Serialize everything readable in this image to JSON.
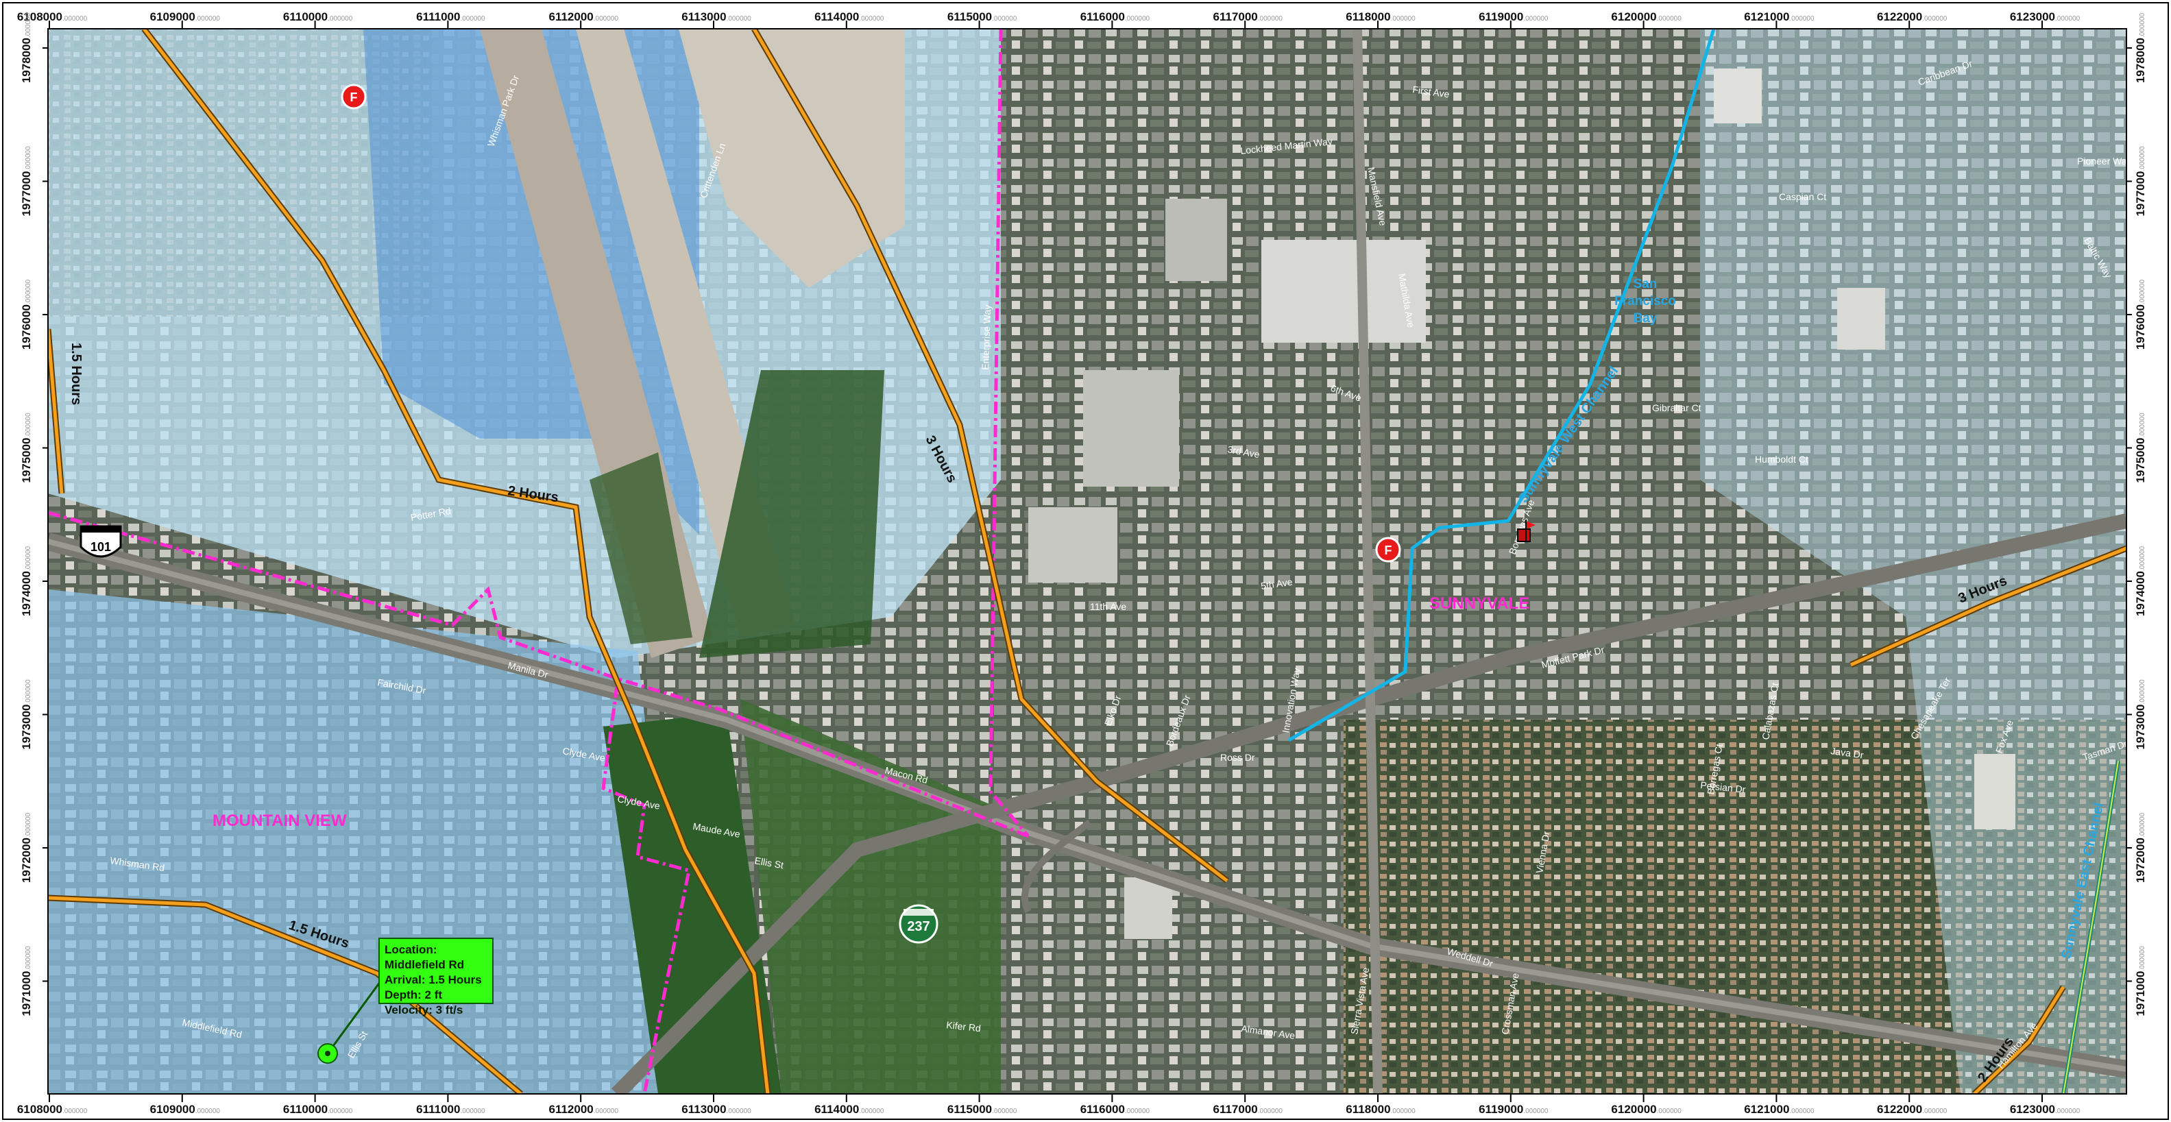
{
  "map": {
    "x_ticks": [
      "6108000",
      "6109000",
      "6110000",
      "6111000",
      "6112000",
      "6113000",
      "6114000",
      "6115000",
      "6116000",
      "6117000",
      "6118000",
      "6119000",
      "6120000",
      "6121000",
      "6122000",
      "6123000"
    ],
    "x_tick_suffix": ".000000",
    "y_ticks": [
      "1978000",
      "1977000",
      "1976000",
      "1975000",
      "1974000",
      "1973000",
      "1972000",
      "1971000"
    ],
    "y_tick_suffix": ".000000",
    "cities": [
      "MOUNTAIN VIEW",
      "SUNNYVALE"
    ],
    "waterways": [
      "Sunnyvale West Channel",
      "Sunnyvale East Channel"
    ],
    "bay_label": [
      "San",
      "Francisco",
      "Bay"
    ],
    "highway_101": "101",
    "highway_237": "237",
    "fire_station_marker": "F",
    "arrival_labels": [
      "1.5 Hours",
      "2 Hours",
      "3 Hours",
      "3 Hours",
      "1.5 Hours",
      "2 Hours"
    ],
    "streets": [
      "Middlefield Rd",
      "Moffett Park Dr",
      "Weddell Dr",
      "Macon Rd",
      "Mathilda Ave",
      "Fairchild Dr",
      "Manila Dr",
      "Caspian Ct",
      "Gibraltar Ct",
      "Humboldt Ct",
      "Borregas Ave",
      "Lockheed Martin Way",
      "Mansfield Ave",
      "Java Dr",
      "Persian Dr",
      "Ross Dr",
      "Ellis St",
      "Whisman Rd",
      "Clyde Ave",
      "Potter Rd",
      "5th Ave",
      "11th Ave",
      "Bordeaux Dr",
      "Elko Dr",
      "Innovation Way",
      "Enterprise Way",
      "First Ave",
      "Chesapeake Ter",
      "Baltic Way",
      "Tasman Dr",
      "Hamilton Ave",
      "Pioneer Way",
      "Calabazas Ct",
      "Borregas Ct",
      "Almanor Ave",
      "Kifer Rd",
      "Vienna Dr",
      "Caribbean Dr",
      "Crossman Ave",
      "Fox Ave",
      "6th Ave",
      "3rd Ave",
      "Sierra Vista Ave",
      "Whisman Park Dr",
      "Crittenden Ln",
      "Clyde Ave",
      "Maude Ave",
      "Ellis St"
    ]
  },
  "callout": {
    "location": "Location: Middlefield Rd",
    "arrival": "Arrival: 1.5 Hours",
    "depth": "Depth: 2 ft",
    "velocity": "Velocity: 3 ft/s"
  },
  "colors": {
    "arrival_line": "#f4a01c",
    "city_boundary": "#ff2bd0",
    "channel": "#14b4e6",
    "flood_light": "#bfe3f5",
    "flood_mid": "#8cc4ee",
    "flood_deep": "#4f8fd6",
    "callout_bg": "#33ff11"
  }
}
